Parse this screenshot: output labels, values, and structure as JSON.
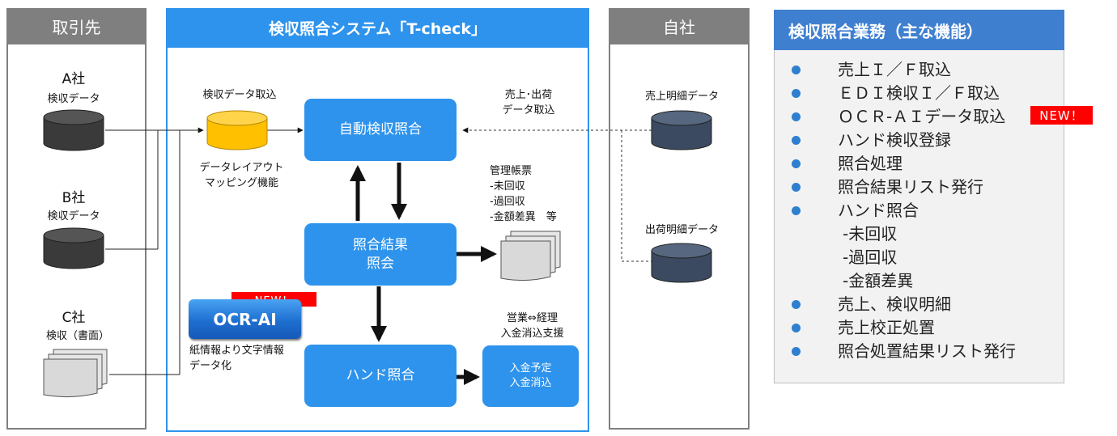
{
  "columns": {
    "partner": {
      "title": "取引先",
      "a_name": "A社",
      "a_sub": "検収データ",
      "b_name": "B社",
      "b_sub": "検収データ",
      "c_name": "C社",
      "c_sub": "検収（書面）"
    },
    "system": {
      "title": "検収照合システム「T-check」",
      "import_label": "検収データ取込",
      "mapping_label": "データレイアウト\nマッピング機能",
      "auto_match": "自動検収照合",
      "sales_import_label": "売上･出荷\nデータ取込",
      "result_inquiry": "照合結果\n照会",
      "reports_label": "管理帳票\n -未回収\n -過回収\n -金額差異　等",
      "hand_match": "ハンド照合",
      "support_label": "営業⇔経理\n入金消込支援",
      "payment_box": "入金予定\n入金消込",
      "ocr_new": "NEW！",
      "ocr_label": "OCR-AI",
      "ocr_desc": "紙情報より文字情報\nデータ化"
    },
    "company": {
      "title": "自社",
      "sales_detail": "売上明細データ",
      "shipping_detail": "出荷明細データ"
    }
  },
  "features": {
    "title": "検収照合業務（主な機能）",
    "new_badge": "NEW！",
    "items": [
      {
        "text": "売上Ｉ／Ｆ取込"
      },
      {
        "text": "ＥＤＩ検収Ｉ／Ｆ取込"
      },
      {
        "text": "ＯＣＲ-ＡＩデータ取込"
      },
      {
        "text": "ハンド検収登録"
      },
      {
        "text": "照合処理"
      },
      {
        "text": "照合結果リスト発行"
      },
      {
        "text": "ハンド照合"
      },
      {
        "text": "-未回収"
      },
      {
        "text": "-過回収"
      },
      {
        "text": "-金額差異"
      },
      {
        "text": "売上、検収明細"
      },
      {
        "text": "売上校正処置"
      },
      {
        "text": "照合処置結果リスト発行"
      }
    ]
  },
  "colors": {
    "accent_blue": "#2e93ec",
    "header_gray": "#7f7f7f",
    "panel_blue": "#3f7fd0",
    "cylinder_dark": "#3a3a3a",
    "cylinder_yellow": "#ffc000",
    "cylinder_navy": "#3b4a60",
    "new_red": "#ff0000"
  }
}
